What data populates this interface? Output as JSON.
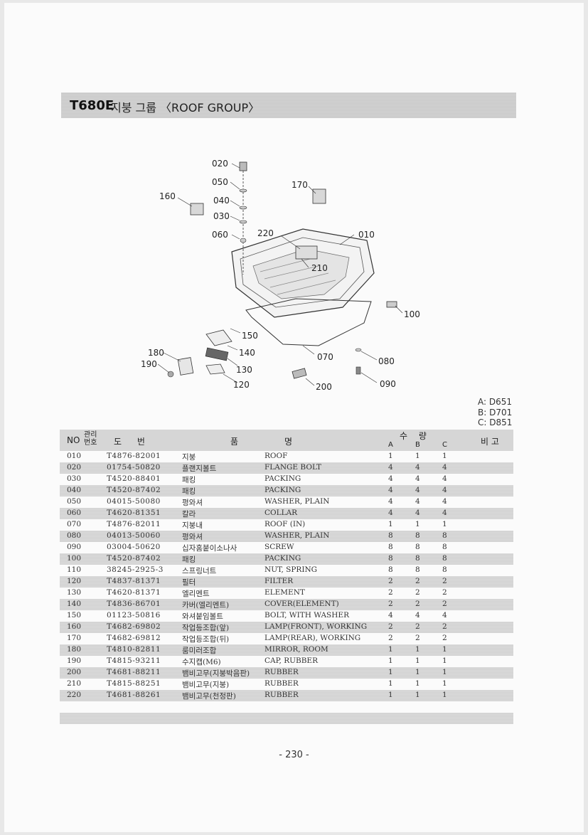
{
  "title": {
    "model": "T680E",
    "text": "지붕 그룹 〈ROOF GROUP〉"
  },
  "diagram_labels": {
    "l020": "020",
    "l050": "050",
    "l040": "040",
    "l030": "030",
    "l060": "060",
    "l160": "160",
    "l170": "170",
    "l220": "220",
    "l010": "010",
    "l210": "210",
    "l100": "100",
    "l150": "150",
    "l140": "140",
    "l130": "130",
    "l120": "120",
    "l180": "180",
    "l190": "190",
    "l070": "070",
    "l080": "080",
    "l090": "090",
    "l200": "200"
  },
  "legend": [
    "A: D651",
    "B: D701",
    "C: D851"
  ],
  "table": {
    "headers": {
      "no": "NO",
      "mgmt": "관리번호",
      "part_no": "도 번",
      "name_kr": "품",
      "name_en": "명",
      "qty": "수 량",
      "a": "A",
      "b": "B",
      "c": "C",
      "remarks": "비 고"
    },
    "rows": [
      {
        "no": "010",
        "part": "T4876-82001",
        "kr": "지붕",
        "en": "ROOF",
        "a": "1",
        "b": "1",
        "c": "1"
      },
      {
        "no": "020",
        "part": "01754-50820",
        "kr": "플랜지볼트",
        "en": "FLANGE BOLT",
        "a": "4",
        "b": "4",
        "c": "4"
      },
      {
        "no": "030",
        "part": "T4520-88401",
        "kr": "패킹",
        "en": "PACKING",
        "a": "4",
        "b": "4",
        "c": "4"
      },
      {
        "no": "040",
        "part": "T4520-87402",
        "kr": "패킹",
        "en": "PACKING",
        "a": "4",
        "b": "4",
        "c": "4"
      },
      {
        "no": "050",
        "part": "04015-50080",
        "kr": "평와셔",
        "en": "WASHER, PLAIN",
        "a": "4",
        "b": "4",
        "c": "4"
      },
      {
        "no": "060",
        "part": "T4620-81351",
        "kr": "칼라",
        "en": "COLLAR",
        "a": "4",
        "b": "4",
        "c": "4"
      },
      {
        "no": "070",
        "part": "T4876-82011",
        "kr": "지붕내",
        "en": "ROOF (IN)",
        "a": "1",
        "b": "1",
        "c": "1"
      },
      {
        "no": "080",
        "part": "04013-50060",
        "kr": "평와셔",
        "en": "WASHER, PLAIN",
        "a": "8",
        "b": "8",
        "c": "8"
      },
      {
        "no": "090",
        "part": "03004-50620",
        "kr": "십자홈붙이소나사",
        "en": "SCREW",
        "a": "8",
        "b": "8",
        "c": "8"
      },
      {
        "no": "100",
        "part": "T4520-87402",
        "kr": "패킹",
        "en": "PACKING",
        "a": "8",
        "b": "8",
        "c": "8"
      },
      {
        "no": "110",
        "part": "38245-2925-3",
        "kr": "스프링너트",
        "en": "NUT, SPRING",
        "a": "8",
        "b": "8",
        "c": "8"
      },
      {
        "no": "120",
        "part": "T4837-81371",
        "kr": "필터",
        "en": "FILTER",
        "a": "2",
        "b": "2",
        "c": "2"
      },
      {
        "no": "130",
        "part": "T4620-81371",
        "kr": "엘리멘트",
        "en": "ELEMENT",
        "a": "2",
        "b": "2",
        "c": "2"
      },
      {
        "no": "140",
        "part": "T4836-86701",
        "kr": "카버(엘리멘트)",
        "en": "COVER(ELEMENT)",
        "a": "2",
        "b": "2",
        "c": "2"
      },
      {
        "no": "150",
        "part": "01123-50816",
        "kr": "와셔붙임볼트",
        "en": "BOLT, WITH WASHER",
        "a": "4",
        "b": "4",
        "c": "4"
      },
      {
        "no": "160",
        "part": "T4682-69802",
        "kr": "작업등조합(앞)",
        "en": "LAMP(FRONT), WORKING",
        "a": "2",
        "b": "2",
        "c": "2"
      },
      {
        "no": "170",
        "part": "T4682-69812",
        "kr": "작업등조합(뒤)",
        "en": "LAMP(REAR), WORKING",
        "a": "2",
        "b": "2",
        "c": "2"
      },
      {
        "no": "180",
        "part": "T4810-82811",
        "kr": "룸미러조합",
        "en": "MIRROR, ROOM",
        "a": "1",
        "b": "1",
        "c": "1"
      },
      {
        "no": "190",
        "part": "T4815-93211",
        "kr": "수지캡(M6)",
        "en": "CAP, RUBBER",
        "a": "1",
        "b": "1",
        "c": "1"
      },
      {
        "no": "200",
        "part": "T4681-88211",
        "kr": "뱀비고무(지붕박음판)",
        "en": "RUBBER",
        "a": "1",
        "b": "1",
        "c": "1"
      },
      {
        "no": "210",
        "part": "T4815-88251",
        "kr": "뱀비고무(지붕)",
        "en": "RUBBER",
        "a": "1",
        "b": "1",
        "c": "1"
      },
      {
        "no": "220",
        "part": "T4681-88261",
        "kr": "뱀비고무(천정판)",
        "en": "RUBBER",
        "a": "1",
        "b": "1",
        "c": "1"
      }
    ]
  },
  "page_number": "- 230 -"
}
